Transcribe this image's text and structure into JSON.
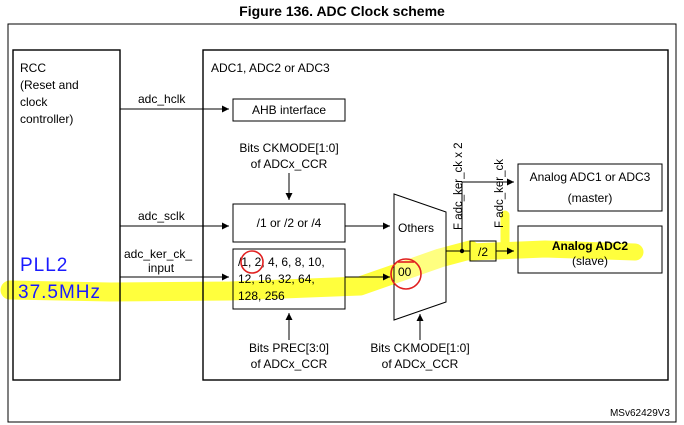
{
  "title": "Figure 136. ADC Clock scheme",
  "rcc": {
    "line1": "RCC",
    "line2": "(Reset and",
    "line3": "clock",
    "line4": "controller)"
  },
  "adc_block_label": "ADC1, ADC2 or ADC3",
  "signals": {
    "hclk": "adc_hclk",
    "sclk": "adc_sclk",
    "ker_ck_line1": "adc_ker_ck_",
    "ker_ck_line2": "input"
  },
  "ahb_interface": "AHB interface",
  "ckmode_top": {
    "line1": "Bits CKMODE[1:0]",
    "line2": "of ADCx_CCR"
  },
  "divider_sync": "/1 or /2 or /4",
  "prescaler": {
    "line1": "/1, 2, 4, 6, 8, 10,",
    "line2": "12, 16, 32, 64,",
    "line3": "128, 256"
  },
  "prec_bits": {
    "line1": "Bits PREC[3:0]",
    "line2": "of ADCx_CCR"
  },
  "mux": {
    "others": "Others",
    "zero": "00"
  },
  "ckmode_bottom": {
    "line1": "Bits CKMODE[1:0]",
    "line2": "of ADCx_CCR"
  },
  "freq_labels": {
    "x2": "F adc_ker_ck x 2",
    "x1": "F adc_ker_ck"
  },
  "div2": "/2",
  "adc_master": {
    "line1": "Analog ADC1 or ADC3",
    "line2": "(master)"
  },
  "adc_slave": {
    "line1": "Analog ADC2",
    "line2": "(slave)"
  },
  "annotation": {
    "line1": "PLL2",
    "line2": "37.5MHz"
  },
  "ref_code": "MSv62429V3",
  "colors": {
    "highlight": "#ffff33",
    "handwriting": "#1a1aff",
    "circle": "#e02020",
    "line": "#000000"
  }
}
